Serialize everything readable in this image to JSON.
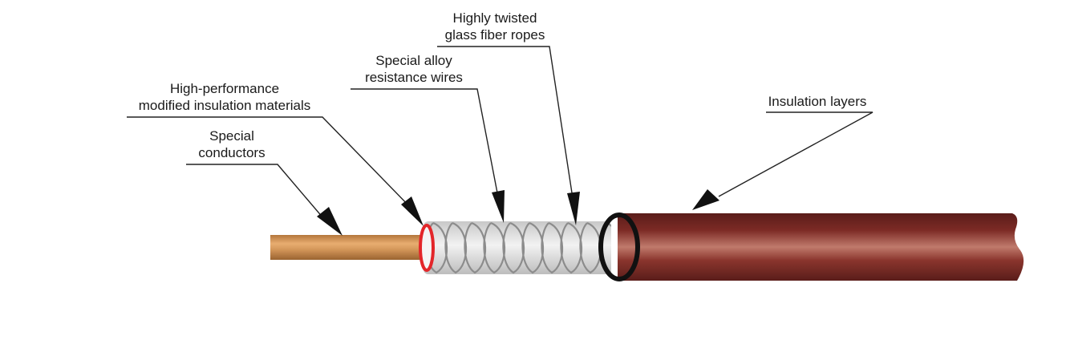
{
  "diagram": {
    "labels": [
      {
        "id": "glass-fiber-ropes",
        "lines": [
          "Highly twisted",
          "glass fiber ropes"
        ]
      },
      {
        "id": "alloy-resistance-wires",
        "lines": [
          "Special alloy",
          "resistance wires"
        ]
      },
      {
        "id": "modified-insulation",
        "lines": [
          "High-performance",
          "modified insulation materials"
        ]
      },
      {
        "id": "special-conductors",
        "lines": [
          "Special",
          "conductors"
        ]
      },
      {
        "id": "insulation-layers",
        "lines": [
          "Insulation layers"
        ]
      }
    ],
    "colors": {
      "conductor": "#c98a4a",
      "inner_insulation_ring": "#e3262a",
      "wire_wrap": "#d9d9d9",
      "outer_jacket": "#7a2a24",
      "jacket_end_ring": "#111111",
      "leader_line": "#222222"
    }
  }
}
